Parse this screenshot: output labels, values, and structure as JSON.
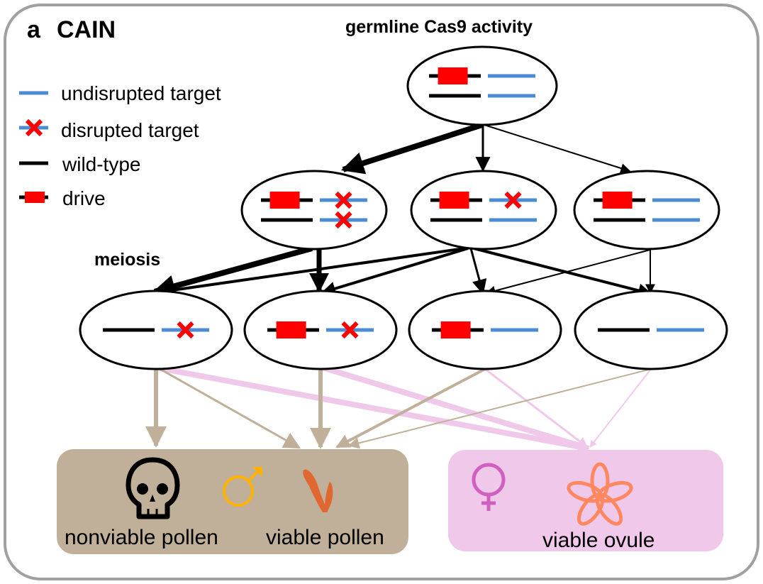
{
  "panel": {
    "letter": "a",
    "title": "CAIN"
  },
  "headers": {
    "top": "germline Cas9 activity",
    "meiosis": "meiosis"
  },
  "legend": [
    {
      "key": "undisrupted",
      "label": "undisrupted target"
    },
    {
      "key": "disrupted",
      "label": "disrupted target"
    },
    {
      "key": "wildtype",
      "label": "wild-type"
    },
    {
      "key": "drive",
      "label": "drive"
    }
  ],
  "colors": {
    "target": "#4a8bd4",
    "drive": "#ff0000",
    "wildtype": "#000000",
    "frame": "#a0a0a0",
    "pollen_box": "#c0b09a",
    "ovule_box": "#f0c8ea",
    "pollen_arrow": "#c0b09a",
    "ovule_arrow": "#f0c8ea",
    "male_symbol": "#ffb300",
    "female_symbol": "#d060c0",
    "pollen_icon": "#e06830",
    "flower_icon": "#ff8860"
  },
  "genotypes": {
    "parent": {
      "rows": [
        {
          "left": "drive",
          "right": "undisrupted"
        },
        {
          "left": "wildtype",
          "right": "undisrupted"
        }
      ]
    },
    "germline": [
      {
        "id": "g1",
        "rows": [
          {
            "left": "drive",
            "right": "disrupted"
          },
          {
            "left": "wildtype",
            "right": "disrupted"
          }
        ]
      },
      {
        "id": "g2",
        "rows": [
          {
            "left": "drive",
            "right": "disrupted"
          },
          {
            "left": "wildtype",
            "right": "undisrupted"
          }
        ]
      },
      {
        "id": "g3",
        "rows": [
          {
            "left": "drive",
            "right": "undisrupted"
          },
          {
            "left": "wildtype",
            "right": "undisrupted"
          }
        ]
      }
    ],
    "gametes": [
      {
        "id": "m1",
        "left": "wildtype",
        "right": "disrupted"
      },
      {
        "id": "m2",
        "left": "drive",
        "right": "disrupted"
      },
      {
        "id": "m3",
        "left": "drive",
        "right": "undisrupted"
      },
      {
        "id": "m4",
        "left": "wildtype",
        "right": "undisrupted"
      }
    ]
  },
  "transitions": {
    "cas9": [
      {
        "to": "g1",
        "weight": "high"
      },
      {
        "to": "g2",
        "weight": "medium"
      },
      {
        "to": "g3",
        "weight": "low"
      }
    ],
    "meiosis": [
      {
        "from": "g1",
        "to": "m1",
        "weight": "high"
      },
      {
        "from": "g1",
        "to": "m2",
        "weight": "high"
      },
      {
        "from": "g2",
        "to": "m1",
        "weight": "medium"
      },
      {
        "from": "g2",
        "to": "m2",
        "weight": "medium"
      },
      {
        "from": "g2",
        "to": "m3",
        "weight": "medium"
      },
      {
        "from": "g2",
        "to": "m4",
        "weight": "medium"
      },
      {
        "from": "g3",
        "to": "m3",
        "weight": "low"
      },
      {
        "from": "g3",
        "to": "m4",
        "weight": "low"
      }
    ],
    "fates": [
      {
        "from": "m1",
        "to": "nonviable_pollen",
        "sex": "male",
        "weight": "high"
      },
      {
        "from": "m1",
        "to": "viable_pollen",
        "sex": "male",
        "weight": "low"
      },
      {
        "from": "m1",
        "to": "viable_ovule",
        "sex": "female",
        "weight": "high"
      },
      {
        "from": "m2",
        "to": "viable_pollen",
        "sex": "male",
        "weight": "high"
      },
      {
        "from": "m2",
        "to": "viable_ovule",
        "sex": "female",
        "weight": "high"
      },
      {
        "from": "m3",
        "to": "viable_pollen",
        "sex": "male",
        "weight": "medium"
      },
      {
        "from": "m3",
        "to": "viable_ovule",
        "sex": "female",
        "weight": "medium"
      },
      {
        "from": "m4",
        "to": "viable_pollen",
        "sex": "male",
        "weight": "low"
      },
      {
        "from": "m4",
        "to": "viable_ovule",
        "sex": "female",
        "weight": "low"
      }
    ]
  },
  "outcomes": {
    "nonviable_pollen": "nonviable pollen",
    "viable_pollen": "viable pollen",
    "viable_ovule": "viable ovule"
  },
  "icons": {
    "skull": "skull-icon",
    "male": "male-symbol-icon",
    "pollen": "pollen-icon",
    "female": "female-symbol-icon",
    "flower": "flower-icon"
  }
}
